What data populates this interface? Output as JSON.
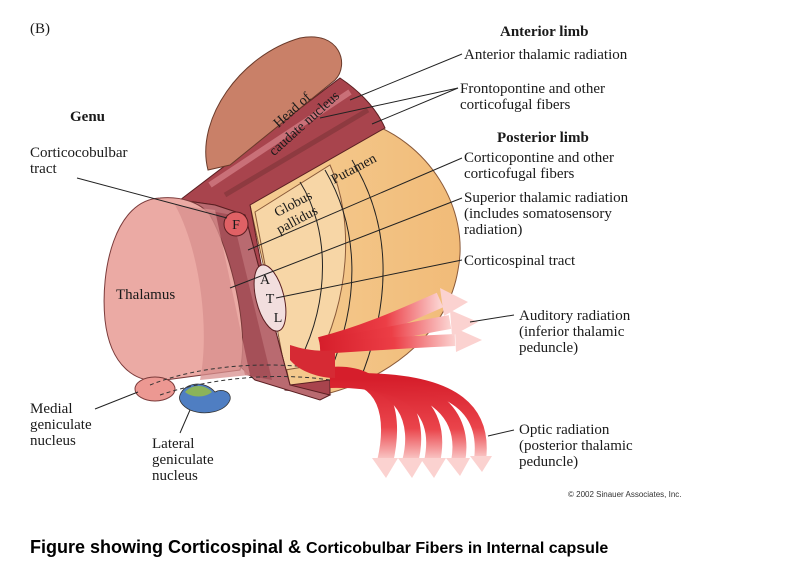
{
  "panel_label": "(B)",
  "labels": {
    "anterior_limb": "Anterior limb",
    "anterior_thalamic_radiation": "Anterior thalamic radiation",
    "frontopontine": [
      "Frontopontine and other",
      "corticofugal fibers"
    ],
    "posterior_limb": "Posterior limb",
    "corticopontine": [
      "Corticopontine and other",
      "corticofugal fibers"
    ],
    "superior_thalamic": [
      "Superior thalamic radiation",
      "(includes somatosensory",
      "radiation)"
    ],
    "corticospinal_tract": "Corticospinal tract",
    "auditory_radiation": [
      "Auditory radiation",
      "(inferior thalamic",
      "peduncle)"
    ],
    "optic_radiation": [
      "Optic radiation",
      "(posterior thalamic",
      "peduncle)"
    ],
    "genu": "Genu",
    "corticobulbar_tract": [
      "Corticocobulbar",
      "tract"
    ],
    "thalamus": "Thalamus",
    "medial_geniculate": [
      "Medial",
      "geniculate",
      "nucleus"
    ],
    "lateral_geniculate": [
      "Lateral",
      "geniculate",
      "nucleus"
    ],
    "head_caudate": [
      "Head of",
      "caudate nucleus"
    ],
    "globus_pallidus": [
      "Globus",
      "pallidus"
    ],
    "putamen": "Putamen",
    "f_marker": "F",
    "atl_letters": [
      "A",
      "T",
      "L"
    ]
  },
  "copyright": "© 2002 Sinauer Associates, Inc.",
  "caption": {
    "part1": "Figure showing Corticospinal & ",
    "part2": "Corticobulbar Fibers in Internal capsule"
  },
  "colors": {
    "putamen": "#f3c283",
    "globus_pallidus": "#f6d19c",
    "capsule": "#b0525a",
    "capsule_dark": "#8e3a40",
    "thalamus": "#eaa8a2",
    "caudate": "#c98068",
    "radiation_red": "#e8333d"
  }
}
